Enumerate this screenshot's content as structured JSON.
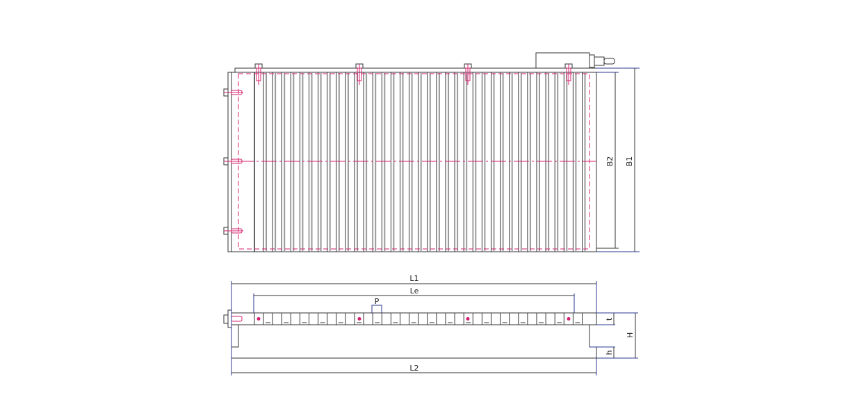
{
  "drawing": {
    "top_view": {
      "dimensions": {
        "width_outer": "B1",
        "width_effective": "B2"
      }
    },
    "side_view": {
      "dimensions": {
        "length_overall": "L1",
        "length_effective": "Le",
        "pole_pitch": "P",
        "length_base": "L2",
        "top_plate_thickness": "t",
        "base_height": "h",
        "total_height": "H"
      }
    }
  },
  "colors": {
    "outline": "#333333",
    "hidden": "#d4206e",
    "dimension": "#2b3a8f"
  }
}
